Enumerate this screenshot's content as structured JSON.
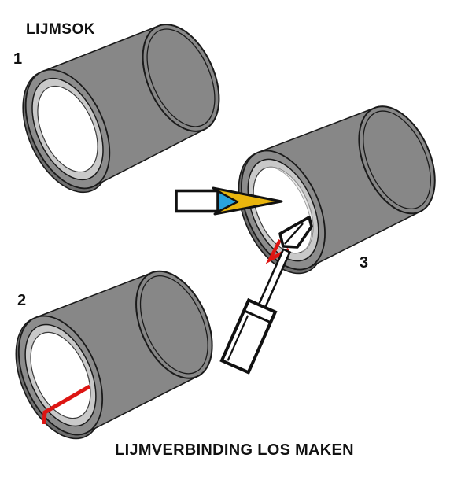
{
  "title": "LIJMSOK",
  "caption": "LIJMVERBINDING LOS MAKEN",
  "steps": [
    {
      "number": "1",
      "description_visible": false
    },
    {
      "number": "2",
      "description_visible": false
    },
    {
      "number": "3",
      "description_visible": false
    }
  ],
  "icons": {
    "blade_tool": "utility-blade-icon",
    "screwdriver": "flat-screwdriver-icon",
    "cut_mark_2": "red-cut-line",
    "cut_mark_3": "red-notch-mark"
  },
  "colors": {
    "red": "#dd1512",
    "blue": "#2aa3dc",
    "gold": "#eab50d",
    "pipe_gray": "#878787",
    "rim_gray": "#8c8c8c",
    "rim_light": "#c9c9c9",
    "rim_shadow": "#6e6e6e",
    "outline": "#1a1a1a",
    "white": "#ffffff"
  }
}
